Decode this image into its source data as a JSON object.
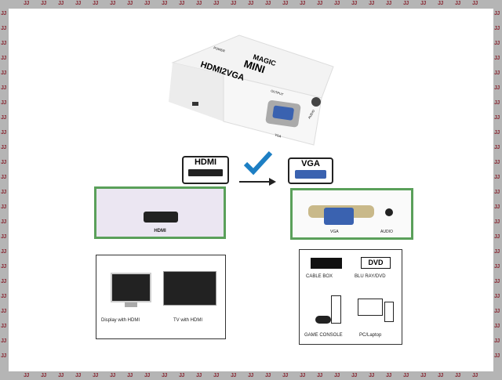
{
  "border": {
    "mark": "JJ",
    "frame_color": "#b5b5b5",
    "mark_color": "#8a2a35"
  },
  "device": {
    "brand": "MAGIC",
    "model": "MINI",
    "name": "HDMI2VGA",
    "power_label": "POWER",
    "output_label": "OUTPUT",
    "vga_label": "VGA",
    "audio_label": "AUDIO"
  },
  "input": {
    "tag": "HDMI",
    "port_label": "HDMI"
  },
  "output": {
    "tag": "VGA",
    "vga_label": "VGA",
    "audio_label": "AUDIO"
  },
  "sources": {
    "items": [
      "Display with HDMI",
      "TV with HDMI"
    ]
  },
  "targets": {
    "cable_box": "CABLE BOX",
    "dvd_badge": "DVD",
    "dvd": "BLU RAY/DVD",
    "game": "GAME CONSOLE",
    "pc": "PC/Laptop"
  },
  "colors": {
    "green": "#5aa05a",
    "vga_blue": "#3a62b0",
    "check_blue": "#1d7fc4"
  }
}
